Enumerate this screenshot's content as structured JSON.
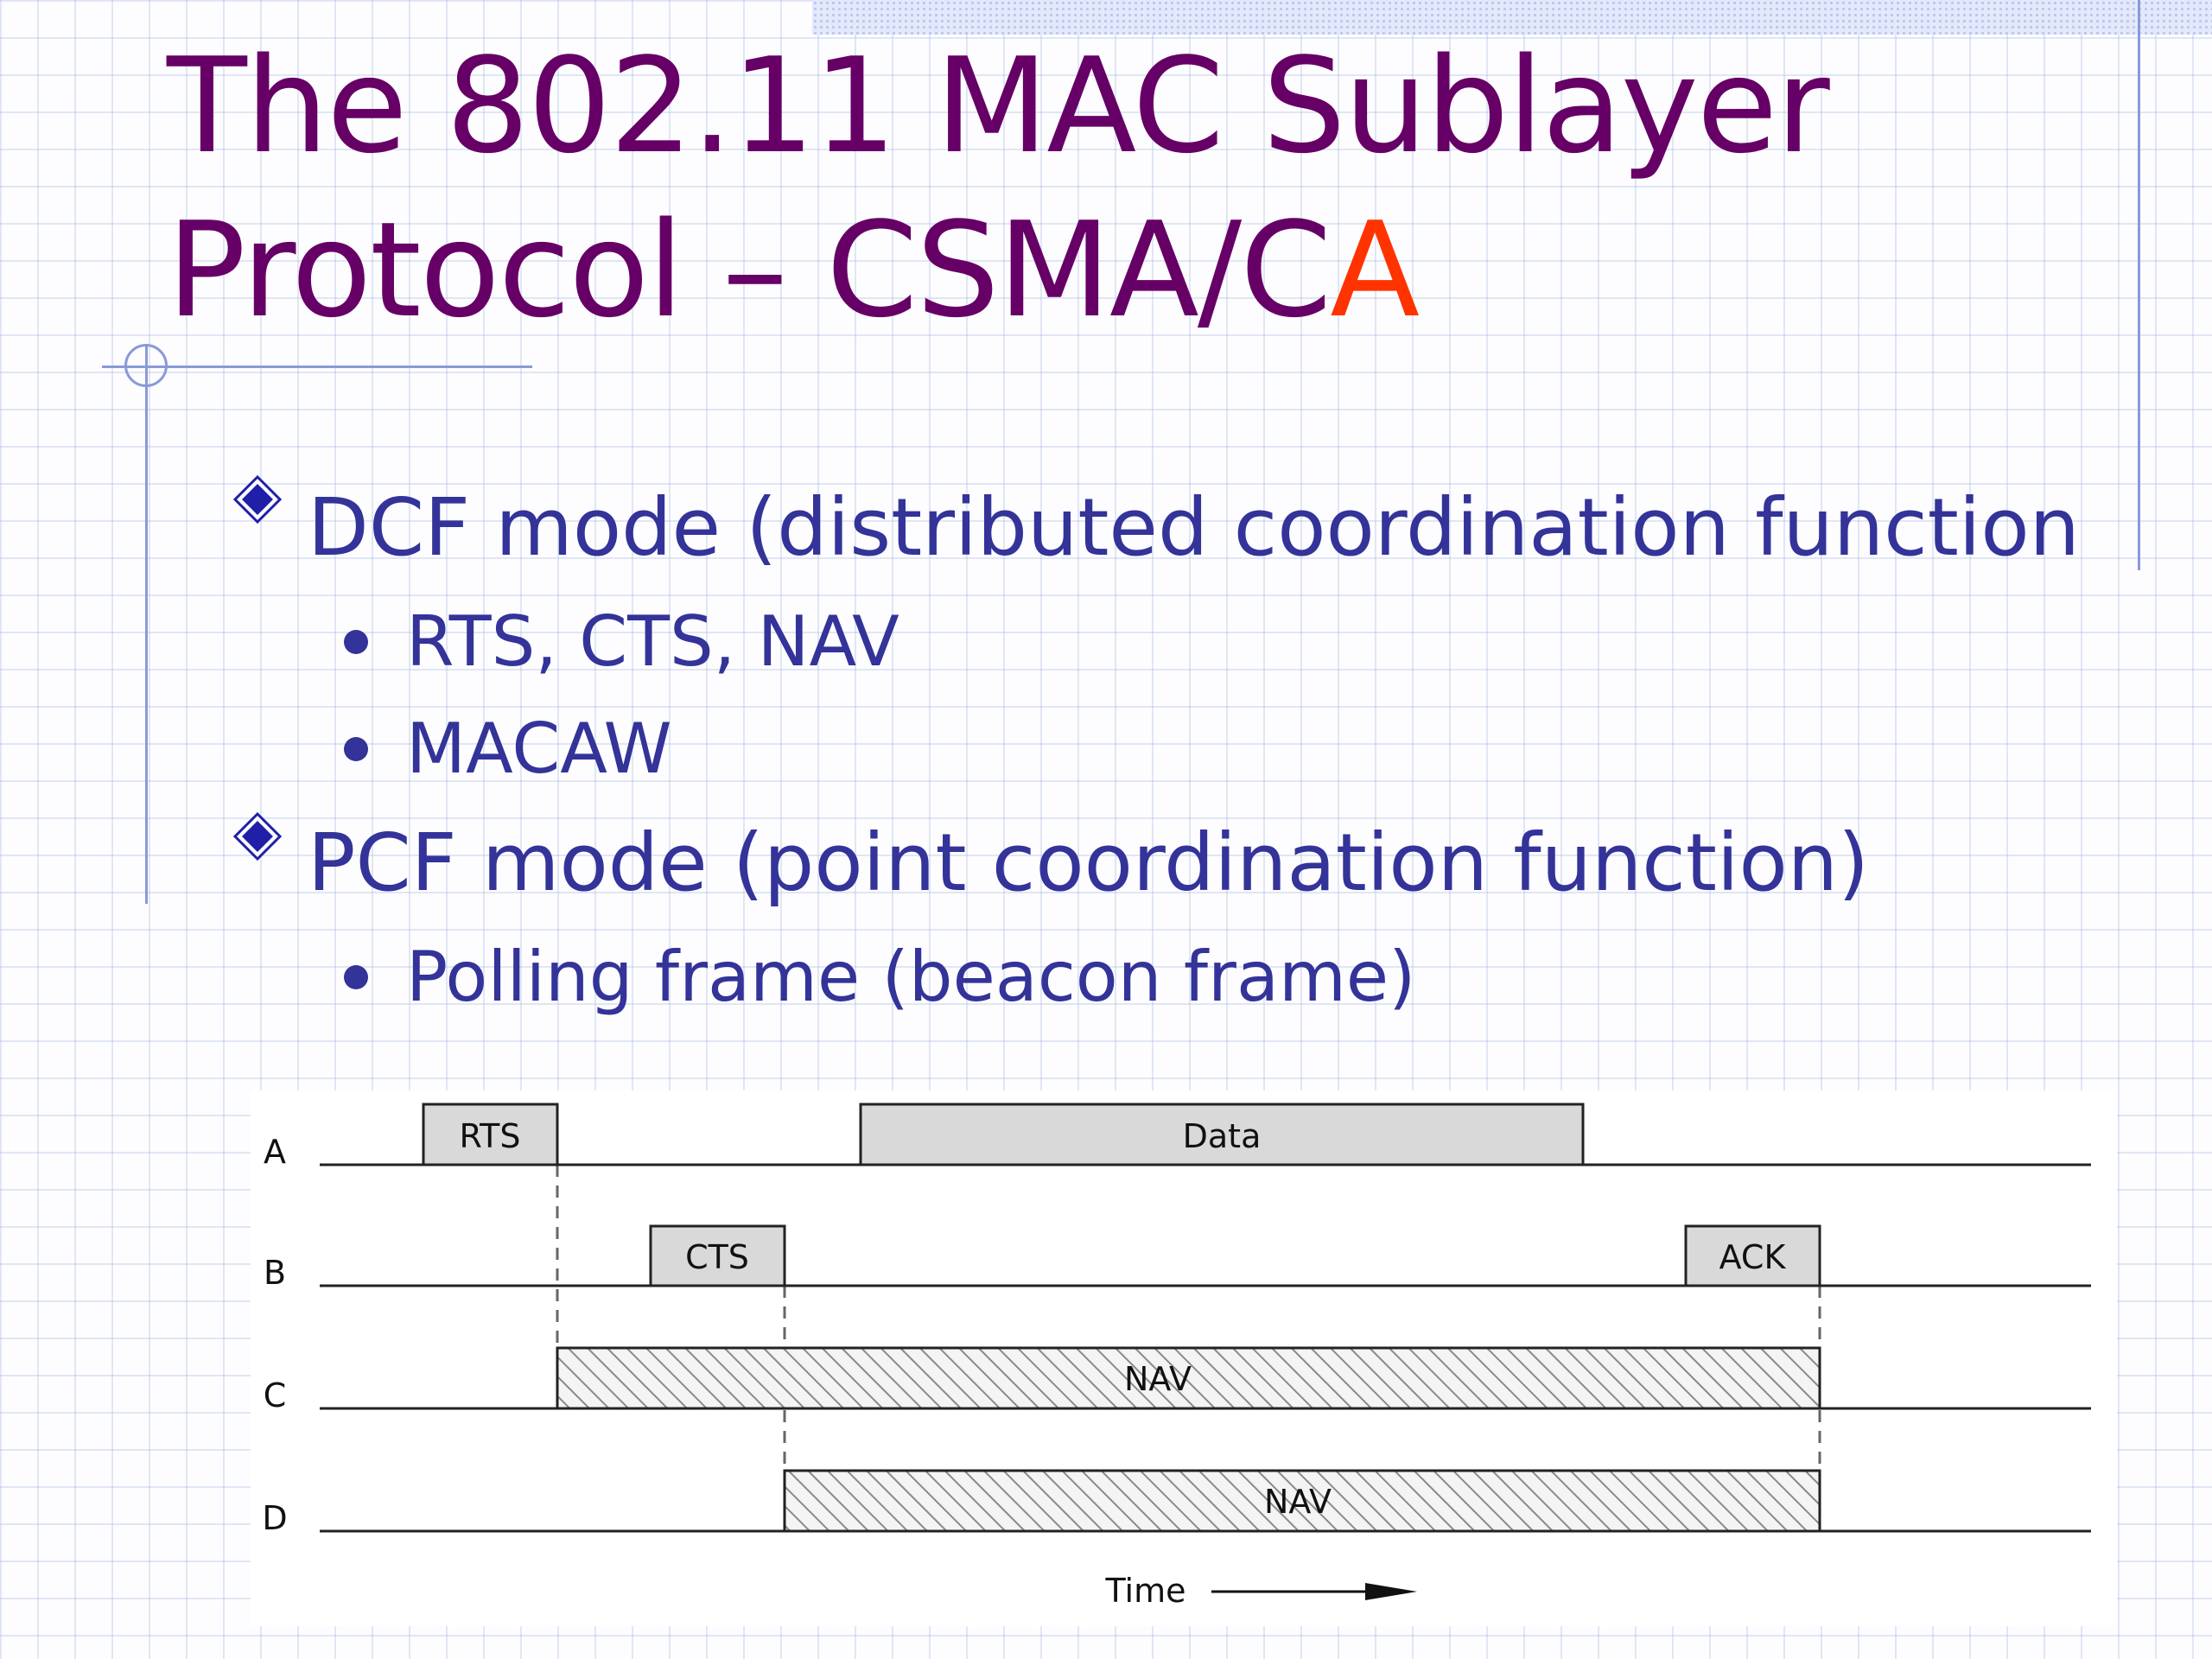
{
  "slide": {
    "title_line1": "The 802.11 MAC Sublayer",
    "title_line2_main": "Protocol – CSMA/C",
    "title_line2_accent": "A",
    "bullets": [
      {
        "text": "DCF mode (distributed coordination function",
        "sub": [
          "RTS, CTS, NAV",
          "MACAW"
        ]
      },
      {
        "text": "PCF mode (point coordination function)",
        "sub": [
          "Polling frame (beacon frame)"
        ]
      }
    ],
    "colors": {
      "title": "#660066",
      "accent": "#ff3300",
      "bullet_text": "#333399",
      "diamond_icon": "#1f1fa8"
    },
    "icons": {
      "level1_bullet": "diamond-bullet-icon",
      "level2_bullet": "dot-bullet-icon",
      "time_axis": "arrow-right-icon"
    }
  },
  "diagram": {
    "stations": [
      "A",
      "B",
      "C",
      "D"
    ],
    "frames": {
      "rts": "RTS",
      "data": "Data",
      "cts": "CTS",
      "ack": "ACK",
      "nav_c": "NAV",
      "nav_d": "NAV"
    },
    "time_label": "Time"
  }
}
